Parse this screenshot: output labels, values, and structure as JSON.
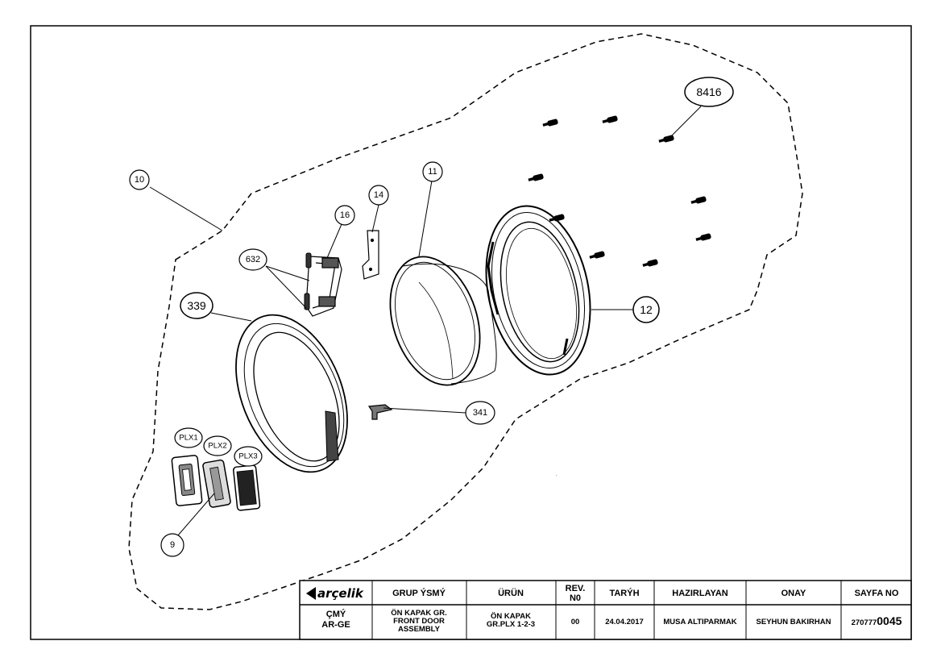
{
  "callouts": {
    "c8416": "8416",
    "c10": "10",
    "c11": "11",
    "c14": "14",
    "c16": "16",
    "c632": "632",
    "c339": "339",
    "c12": "12",
    "c341": "341",
    "cPLX1": "PLX1",
    "cPLX2": "PLX2",
    "cPLX3": "PLX3",
    "c9": "9"
  },
  "title_block": {
    "logo": "arçelik",
    "headers": {
      "grup": "GRUP ÝSMÝ",
      "urun": "ÜRÜN",
      "rev1": "REV.",
      "rev2": "N0",
      "tarih": "TARÝH",
      "hazirlayan": "HAZIRLAYAN",
      "onay": "ONAY",
      "sayfa": "SAYFA NO"
    },
    "values": {
      "org1": "ÇMÝ",
      "org2": "AR-GE",
      "grup1": "ÖN KAPAK GR.",
      "grup2": "FRONT DOOR",
      "grup3": "ASSEMBLY",
      "urun1": "ÖN KAPAK",
      "urun2": "GR.PLX 1-2-3",
      "rev": "00",
      "tarih": "24.04.2017",
      "hazirlayan": "MUSA ALTIPARMAK",
      "onay": "SEYHUN BAKIRHAN",
      "sayfa_prefix": "270777",
      "sayfa_suffix": "0045"
    }
  }
}
